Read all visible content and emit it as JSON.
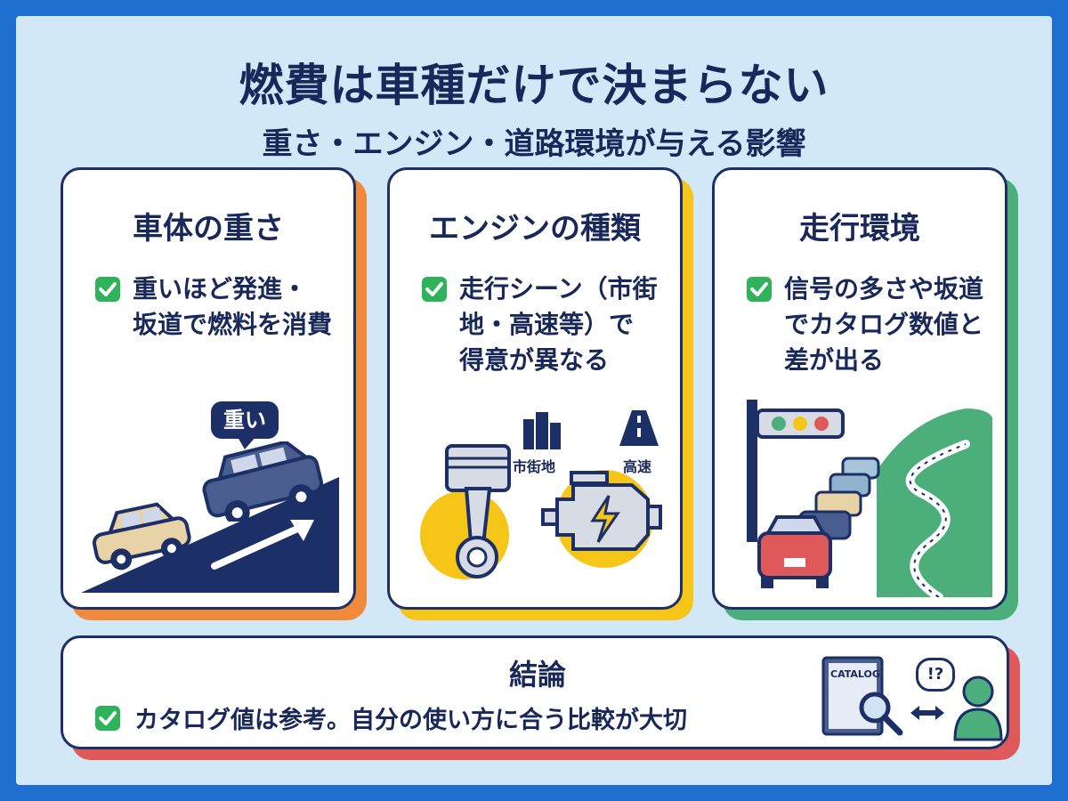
{
  "header": {
    "title": "燃費は車種だけで決まらない",
    "subtitle": "重さ・エンジン・道路環境が与える影響"
  },
  "cards": [
    {
      "title": "車体の重さ",
      "text": "重いほど発進・\n坂道で燃料を消費",
      "badge": "重い",
      "accent": "#f08a3c"
    },
    {
      "title": "エンジンの種類",
      "text": "走行シーン（市街\n地・高速等）で\n得意が異なる",
      "label_city": "市街地",
      "label_highway": "高速",
      "accent": "#f5c518"
    },
    {
      "title": "走行環境",
      "text": "信号の多さや坂道\nでカタログ数値と\n差が出る",
      "accent": "#4cae7a"
    }
  ],
  "conclusion": {
    "title": "結論",
    "text": "カタログ値は参考。自分の使い方に合う比較が大切",
    "catalog_label": "CATALOG",
    "question_mark": "!?",
    "accent": "#e0595a"
  },
  "icons": [
    "check-icon",
    "car-icon",
    "suv-icon",
    "piston-icon",
    "engine-icon",
    "building-icon",
    "road-icon",
    "traffic-light-icon",
    "mountain-road-icon",
    "catalog-icon",
    "magnifier-icon",
    "person-icon"
  ]
}
